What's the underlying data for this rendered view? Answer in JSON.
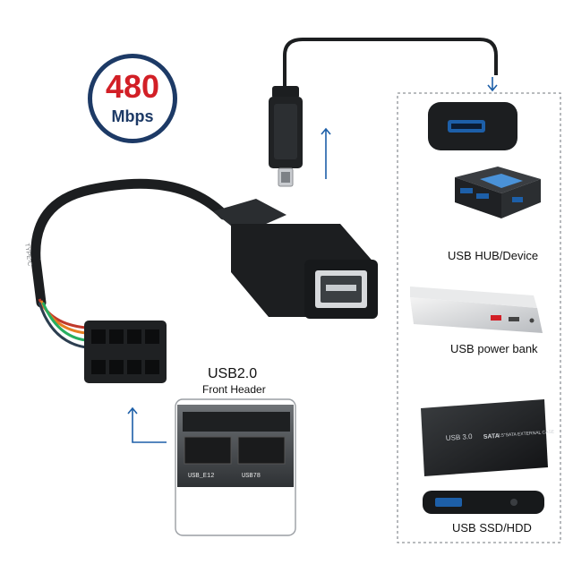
{
  "badge": {
    "speed": "480",
    "unit": "Mbps"
  },
  "devices": {
    "hub_label": "USB HUB/Device",
    "bank_label": "USB power bank",
    "ssd_label": "USB SSD/HDD"
  },
  "header": {
    "title": "USB2.0",
    "subtitle": "Front Header"
  },
  "printed": {
    "cable_print": "TYPE-C",
    "enclosure_brand": "USB 3.0",
    "enclosure_model": "2.5\"SATA EXTERNAL CASE",
    "enclosure_tag": "SATA",
    "board_label_left": "USB_E12",
    "board_label_right": "USB78"
  },
  "colors": {
    "accent_blue": "#1d5fa8",
    "badge_red": "#d21f26",
    "badge_navy": "#1d3a66",
    "cable": "#1c1e20"
  }
}
